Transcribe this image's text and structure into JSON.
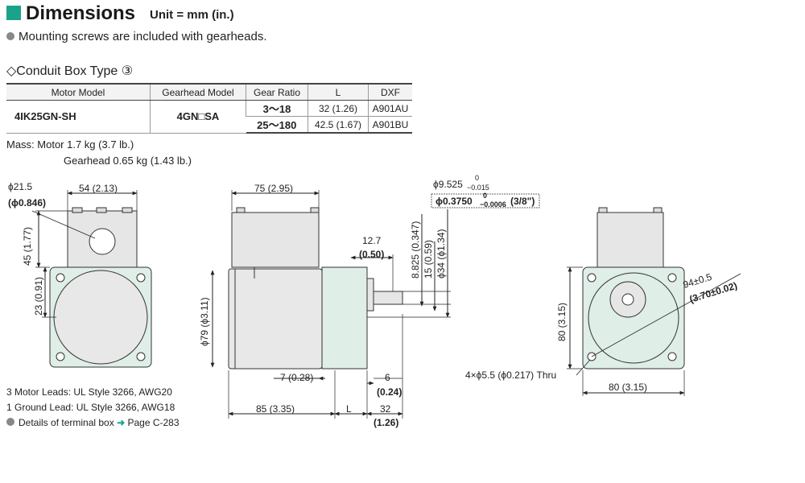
{
  "header": {
    "title": "Dimensions",
    "unit": "Unit = mm (in.)"
  },
  "note": "Mounting screws are included with gearheads.",
  "subtitle": "◇Conduit Box Type ③",
  "table": {
    "headers": [
      "Motor Model",
      "Gearhead Model",
      "Gear Ratio",
      "L",
      "DXF"
    ],
    "motor_model": "4IK25GN-SH",
    "gearhead_model": "4GN□SA",
    "rows": [
      {
        "ratio": "3～18",
        "L": "32 (1.26)",
        "dxf": "A901AU"
      },
      {
        "ratio": "25～180",
        "L": "42.5 (1.67)",
        "dxf": "A901BU"
      }
    ]
  },
  "mass": {
    "motor": "Mass: Motor 1.7 kg (3.7 lb.)",
    "gearhead": "Gearhead 0.65 kg (1.43 lb.)"
  },
  "leads": {
    "motor_leads": "3 Motor Leads: UL Style 3266, AWG20",
    "ground_lead": "1 Ground Lead: UL Style 3266, AWG18",
    "details": "Details of terminal box",
    "page": "Page C-283"
  },
  "dims": {
    "phi21": "ϕ21.5",
    "phi0846": "(ϕ0.846)",
    "w54": "54 (2.13)",
    "h45": "45 (1.77)",
    "h23": "23 (0.91)",
    "w75": "75 (2.95)",
    "phi79": "ϕ79 (ϕ3.11)",
    "w7": "7 (0.28)",
    "w85": "85 (3.35)",
    "L": "L",
    "w6": "6",
    "w024": "(0.24)",
    "w32": "32",
    "w126": "(1.26)",
    "w127": "12.7",
    "w050": "(0.50)",
    "h8825": "8.825 (0.347)",
    "h15": "15 (0.59)",
    "phi34": "ϕ34 (ϕ1.34)",
    "phi9525": "ϕ9.525",
    "tol_a": "0",
    "tol_b": "−0.015",
    "phi0375": "ϕ0.3750",
    "tol_c": "0",
    "tol_d": "−0.0006",
    "in38": "(3/8\")",
    "h80": "80 (3.15)",
    "w80": "80 (3.15)",
    "d94": "94±0.5",
    "d370": "(3.70±0.02)",
    "holes": "4×ϕ5.5 (ϕ0.217) Thru"
  }
}
